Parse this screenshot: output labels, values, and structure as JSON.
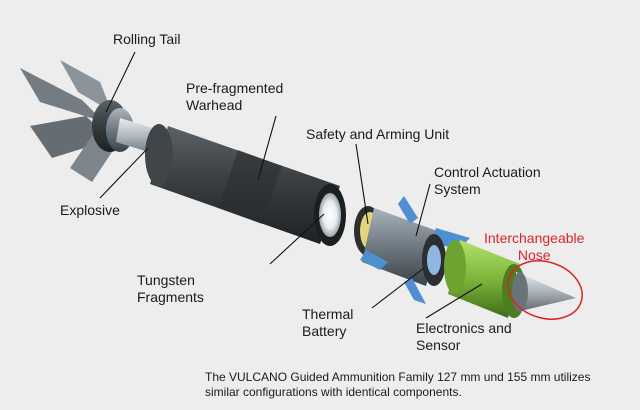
{
  "labels": {
    "rolling_tail": "Rolling Tail",
    "warhead_l1": "Pre-fragmented",
    "warhead_l2": "Warhead",
    "explosive": "Explosive",
    "safety_arming": "Safety and Arming Unit",
    "control_l1": "Control Actuation",
    "control_l2": "System",
    "nose_l1": "Interchangeable",
    "nose_l2": "Nose",
    "tungsten_l1": "Tungsten",
    "tungsten_l2": "Fragments",
    "thermal_l1": "Thermal",
    "thermal_l2": "Battery",
    "electronics_l1": "Electronics and",
    "electronics_l2": "Sensor"
  },
  "caption": {
    "line1": "The VULCANO Guided Ammunition Family 127 mm und 155 mm utilizes",
    "line2": "similar configurations with identical components."
  },
  "colors": {
    "background": "#ededed",
    "highlight_red": "#d9262b",
    "nose_green": "#7db63a",
    "fin_blue": "#4f8fd0"
  }
}
